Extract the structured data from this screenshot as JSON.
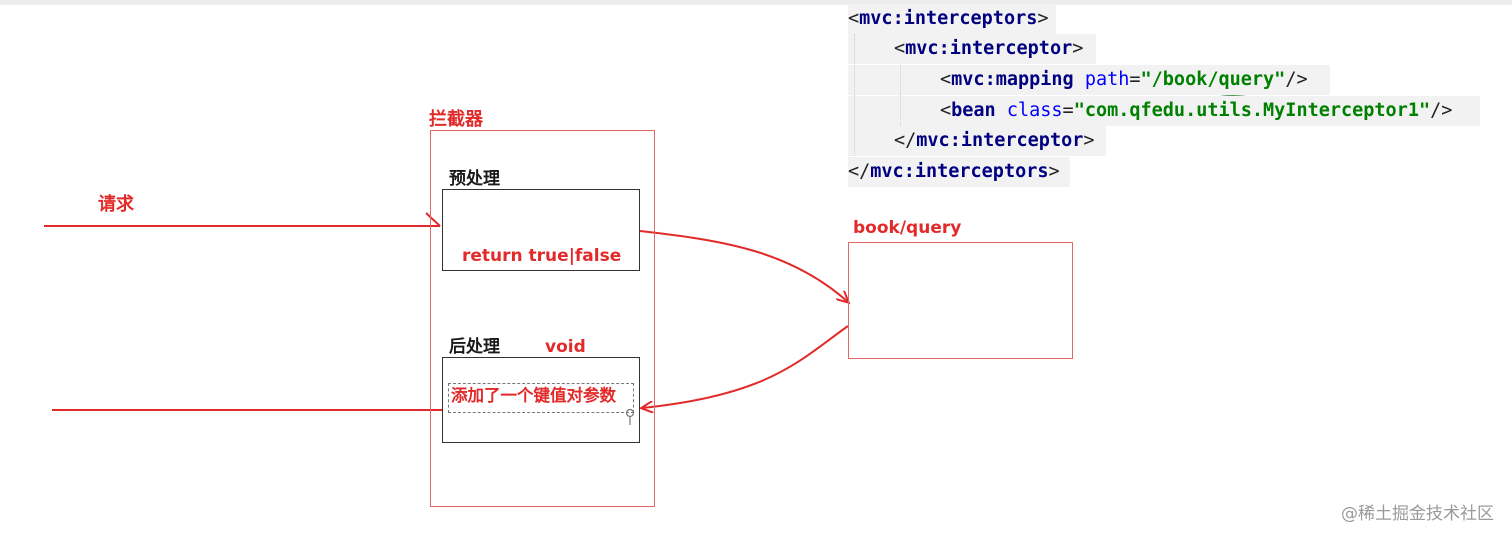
{
  "diagram": {
    "interceptor_label": "拦截器",
    "request_label": "请求",
    "pre_label": "预处理",
    "pre_return": "return  true|false",
    "post_label": "后处理",
    "post_void": "void",
    "post_action": "添加了一个键值对参数",
    "target_label": "book/query"
  },
  "code": {
    "open_outer": "interceptors",
    "open_inner": "interceptor",
    "mapping_tag": "mapping",
    "mapping_attr": "path",
    "mapping_value": "\"/book/query\"",
    "bean_tag": "bean",
    "bean_attr": "class",
    "bean_value": "\"com.qfedu.utils.MyInterceptor1\"",
    "close_inner": "interceptor",
    "close_outer": "interceptors",
    "ns": "mvc"
  },
  "watermark": "@稀土掘金技术社区",
  "colors": {
    "accent": "#e22a2a",
    "box_border": "#e06a6a",
    "tag": "#000080",
    "string": "#008000"
  }
}
